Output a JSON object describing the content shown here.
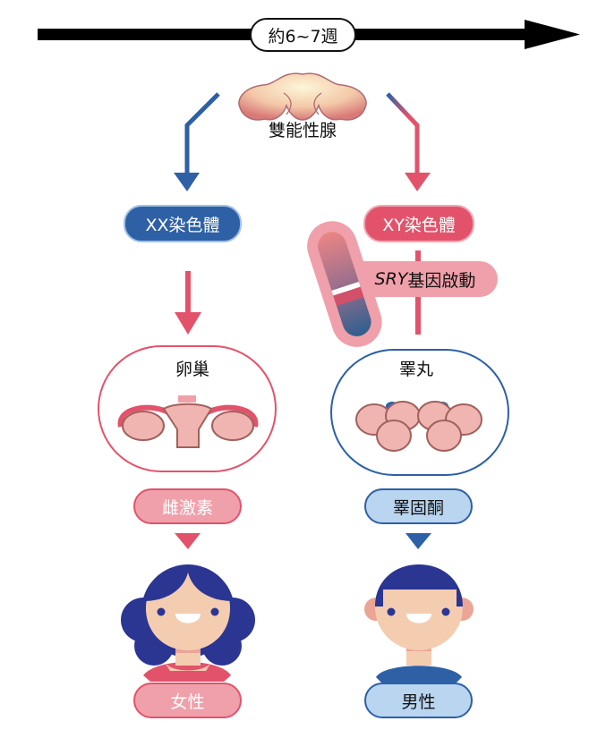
{
  "timeline": {
    "label": "約6~7週"
  },
  "bipotential_gonad": {
    "label": "雙能性腺"
  },
  "female_path": {
    "chromosome": "XX染色體",
    "organ": "卵巢",
    "hormone": "雌激素",
    "sex": "女性"
  },
  "male_path": {
    "chromosome": "XY染色體",
    "gene": {
      "name": "SRY",
      "suffix": "基因啟動"
    },
    "organ": "睪丸",
    "hormone": "睪固酮",
    "sex": "男性"
  },
  "colors": {
    "female": "#e2536b",
    "female_light": "#f0a0aa",
    "male": "#2e60a6",
    "male_light": "#b9d5f0",
    "hair": "#2b3592",
    "skin": "#f4cdb0",
    "organ_fill": "#f0b5b0",
    "organ_stroke": "#a0605c"
  }
}
